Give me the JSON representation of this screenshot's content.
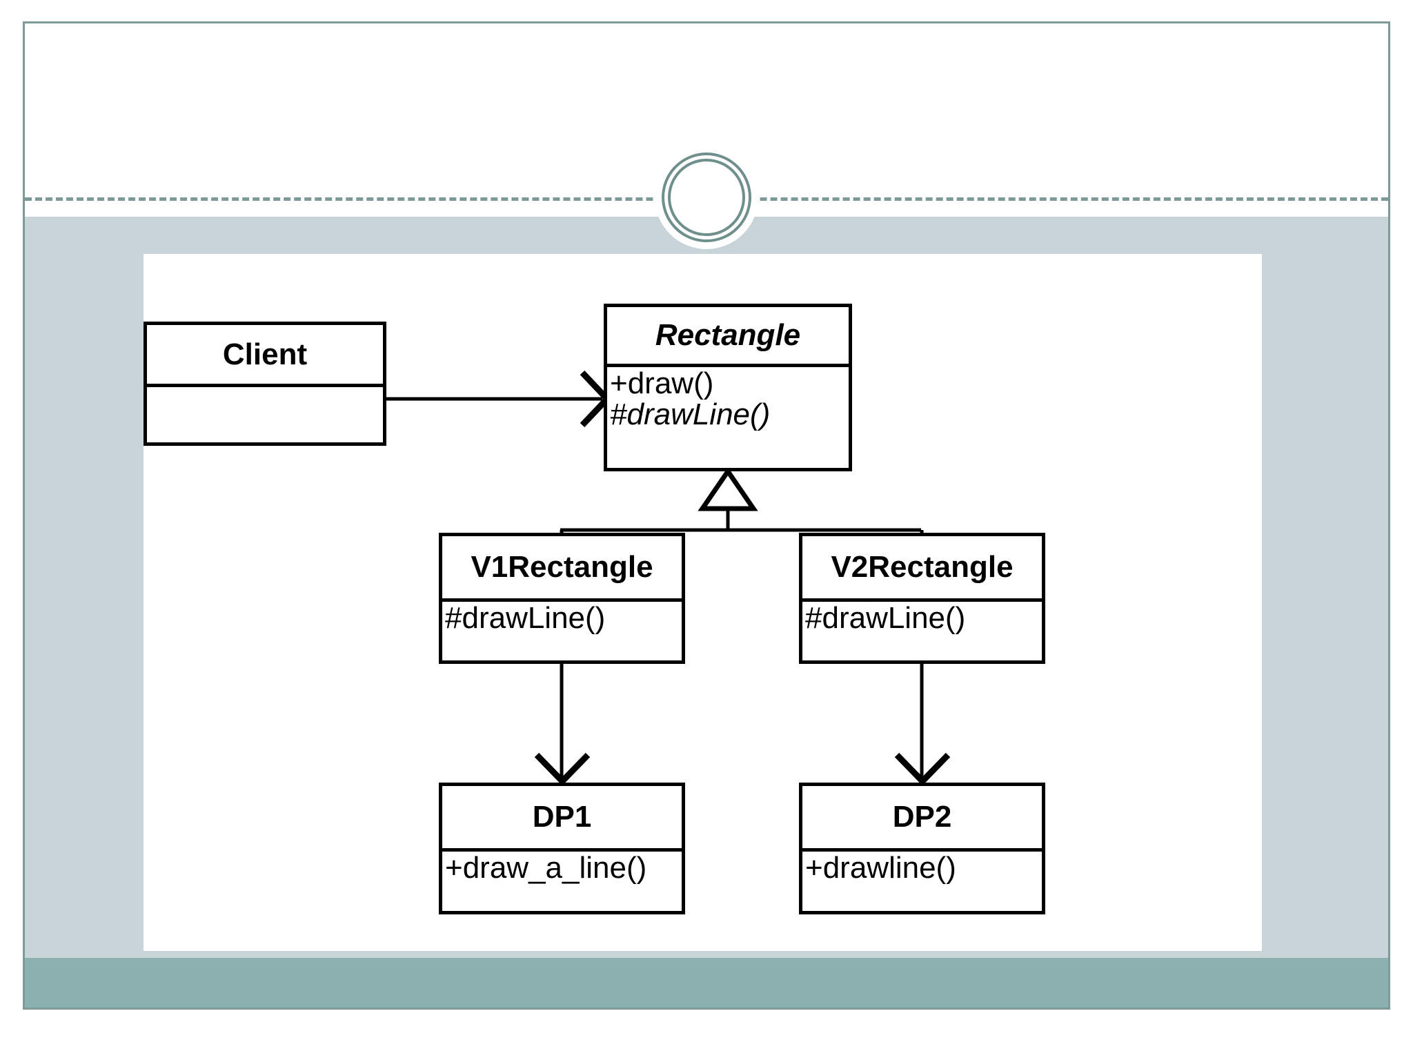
{
  "slide": {
    "title": "",
    "theme": {
      "frame_border": "#7d9a99",
      "body_band": "#c9d4d9",
      "footer_band": "#8cb0b0",
      "ring": "#6f8f8d",
      "canvas": "#ffffff",
      "ink": "#000000"
    }
  },
  "diagram": {
    "type": "uml-class-diagram",
    "classes": [
      {
        "id": "client",
        "name": "Client",
        "abstract": false,
        "members": []
      },
      {
        "id": "rectangle",
        "name": "Rectangle",
        "abstract": true,
        "members": [
          {
            "text": "+draw()",
            "abstract": false
          },
          {
            "text": "#drawLine()",
            "abstract": true
          }
        ]
      },
      {
        "id": "v1rectangle",
        "name": "V1Rectangle",
        "abstract": false,
        "members": [
          {
            "text": "#drawLine()",
            "abstract": false
          }
        ]
      },
      {
        "id": "v2rectangle",
        "name": "V2Rectangle",
        "abstract": false,
        "members": [
          {
            "text": "#drawLine()",
            "abstract": false
          }
        ]
      },
      {
        "id": "dp1",
        "name": "DP1",
        "abstract": false,
        "members": [
          {
            "text": "+draw_a_line()",
            "abstract": false
          }
        ]
      },
      {
        "id": "dp2",
        "name": "DP2",
        "abstract": false,
        "members": [
          {
            "text": "+drawline()",
            "abstract": false
          }
        ]
      }
    ],
    "relationships": [
      {
        "from": "client",
        "to": "rectangle",
        "kind": "association",
        "arrow": "open-arrow"
      },
      {
        "from": "v1rectangle",
        "to": "rectangle",
        "kind": "generalization",
        "arrow": "hollow-triangle"
      },
      {
        "from": "v2rectangle",
        "to": "rectangle",
        "kind": "generalization",
        "arrow": "hollow-triangle"
      },
      {
        "from": "v1rectangle",
        "to": "dp1",
        "kind": "association",
        "arrow": "open-arrow"
      },
      {
        "from": "v2rectangle",
        "to": "dp2",
        "kind": "association",
        "arrow": "open-arrow"
      }
    ]
  }
}
